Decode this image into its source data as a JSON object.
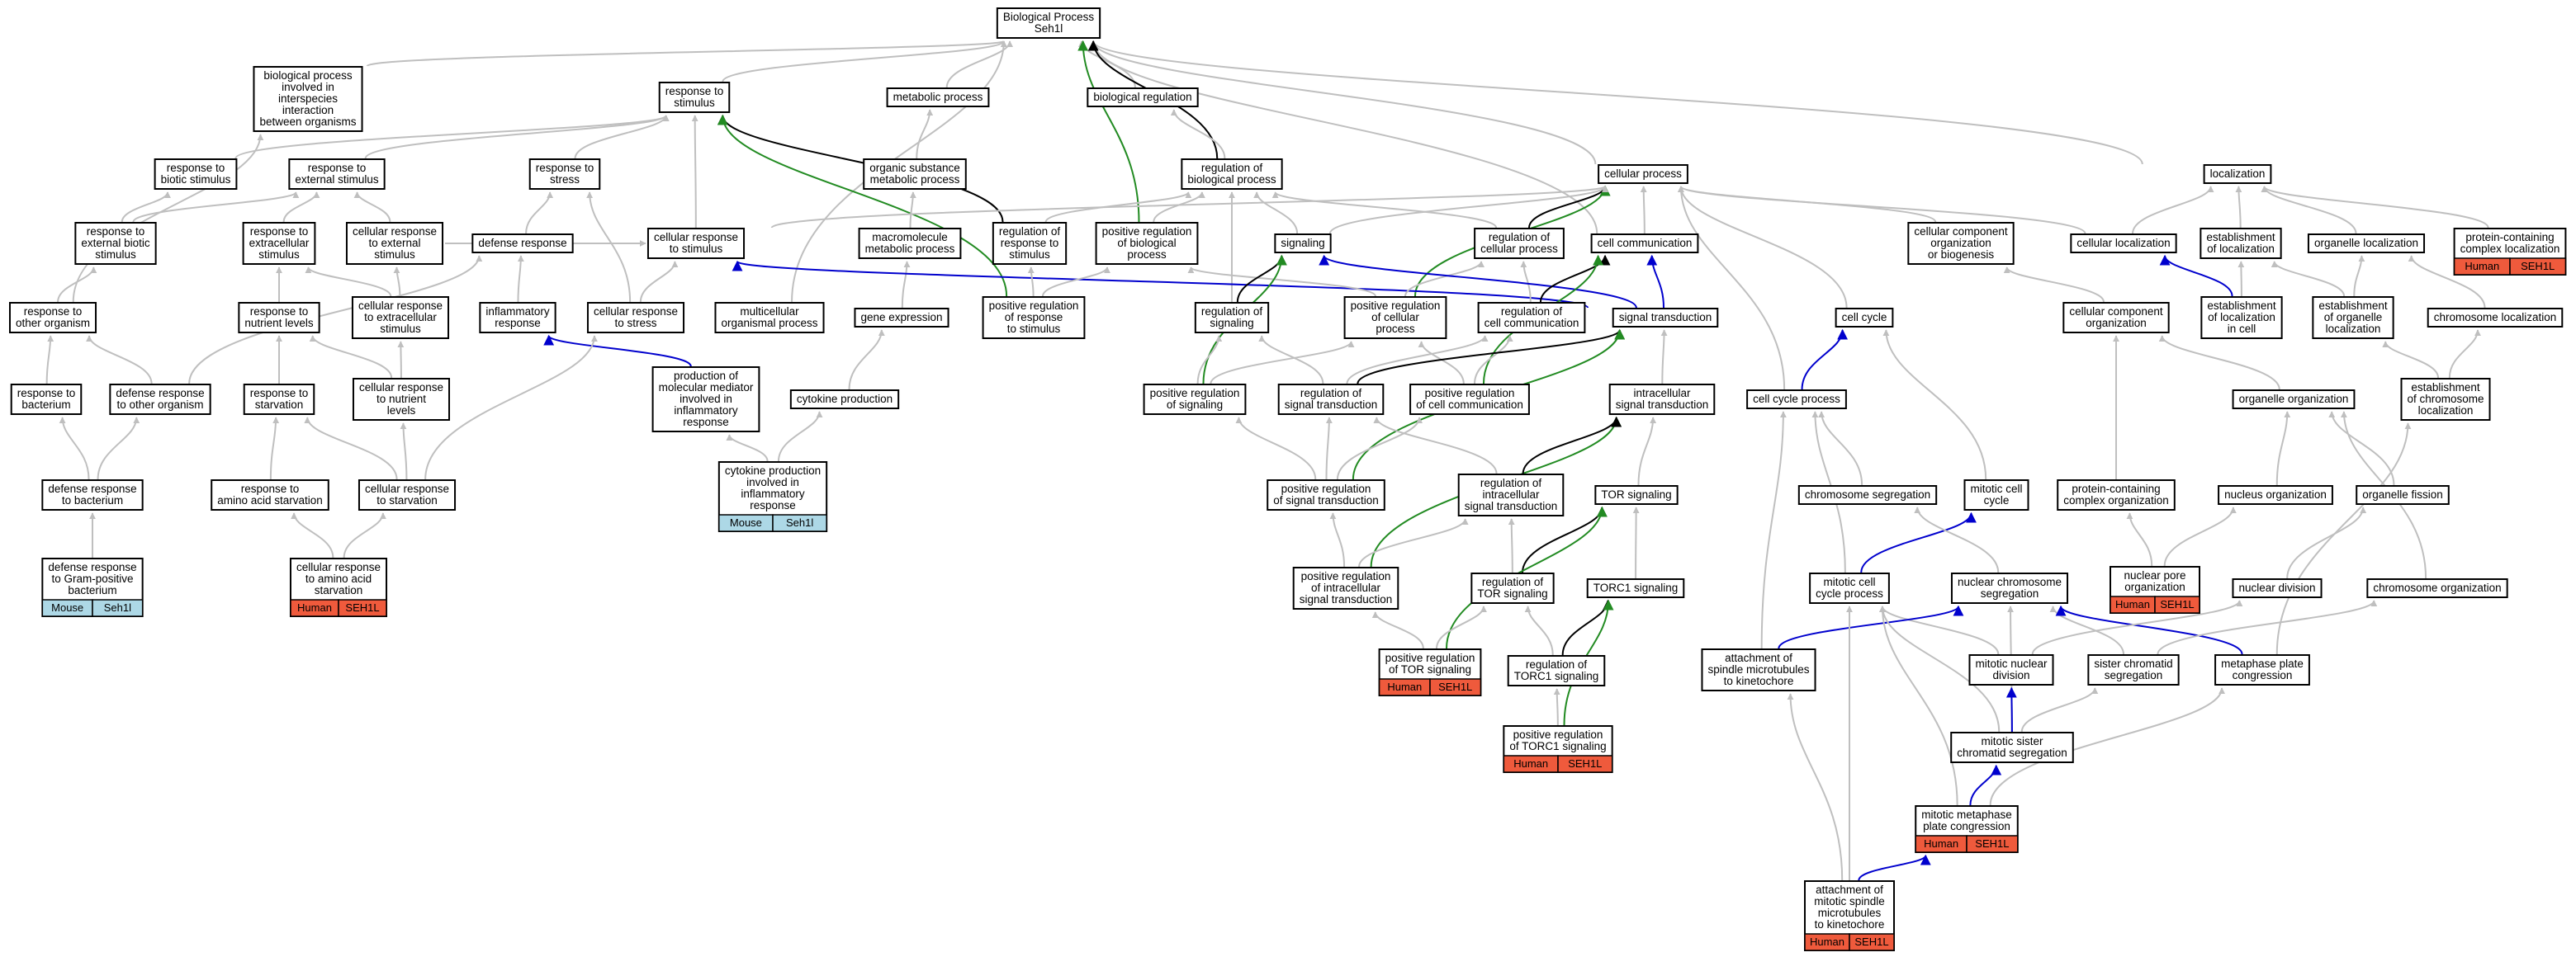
{
  "colors": {
    "gray_edge": "#bfbfbf",
    "black_edge": "#000000",
    "green_edge": "#228b22",
    "blue_edge": "#0000cd",
    "human_badge": "#ef5a3c",
    "mouse_badge": "#add8e6"
  },
  "nodes": [
    {
      "id": "bp",
      "lines": [
        "Biological Process",
        "Seh1l"
      ]
    },
    {
      "id": "interspecies",
      "lines": [
        "biological process",
        "involved in",
        "interspecies",
        "interaction",
        "between organisms"
      ]
    },
    {
      "id": "resp_stim",
      "lines": [
        "response to",
        "stimulus"
      ]
    },
    {
      "id": "metabolic",
      "lines": [
        "metabolic process"
      ]
    },
    {
      "id": "bioreg",
      "lines": [
        "biological regulation"
      ]
    },
    {
      "id": "organic",
      "lines": [
        "organic substance",
        "metabolic process"
      ]
    },
    {
      "id": "regbio",
      "lines": [
        "regulation of",
        "biological process"
      ]
    },
    {
      "id": "cellproc",
      "lines": [
        "cellular process"
      ]
    },
    {
      "id": "localization",
      "lines": [
        "localization"
      ]
    },
    {
      "id": "pcclocal",
      "lines": [
        "protein-containing",
        "complex localization"
      ],
      "badges": [
        "Human",
        "SEH1L"
      ]
    },
    {
      "id": "biotic",
      "lines": [
        "response to",
        "biotic stimulus"
      ]
    },
    {
      "id": "external",
      "lines": [
        "response to",
        "external stimulus"
      ]
    },
    {
      "id": "stress",
      "lines": [
        "response to",
        "stress"
      ]
    },
    {
      "id": "extbiotic",
      "lines": [
        "response to",
        "external biotic",
        "stimulus"
      ]
    },
    {
      "id": "extracell",
      "lines": [
        "response to",
        "extracellular",
        "stimulus"
      ]
    },
    {
      "id": "cellext",
      "lines": [
        "cellular response",
        "to external",
        "stimulus"
      ]
    },
    {
      "id": "defense",
      "lines": [
        "defense response"
      ]
    },
    {
      "id": "cellrespstim",
      "lines": [
        "cellular response",
        "to stimulus"
      ]
    },
    {
      "id": "macromol",
      "lines": [
        "macromolecule",
        "metabolic process"
      ]
    },
    {
      "id": "regresp",
      "lines": [
        "regulation of",
        "response to",
        "stimulus"
      ]
    },
    {
      "id": "posregbio",
      "lines": [
        "positive regulation",
        "of biological",
        "process"
      ]
    },
    {
      "id": "signaling",
      "lines": [
        "signaling"
      ]
    },
    {
      "id": "regcell",
      "lines": [
        "regulation of",
        "cellular process"
      ]
    },
    {
      "id": "cellcomm",
      "lines": [
        "cell communication"
      ]
    },
    {
      "id": "ccorg",
      "lines": [
        "cellular component",
        "organization",
        "or biogenesis"
      ]
    },
    {
      "id": "celllocal",
      "lines": [
        "cellular localization"
      ]
    },
    {
      "id": "estlocal",
      "lines": [
        "establishment",
        "of localization"
      ]
    },
    {
      "id": "orglocal",
      "lines": [
        "organelle localization"
      ]
    },
    {
      "id": "other",
      "lines": [
        "response to",
        "other organism"
      ]
    },
    {
      "id": "nutlev",
      "lines": [
        "response to",
        "nutrient levels"
      ]
    },
    {
      "id": "cellextra",
      "lines": [
        "cellular response",
        "to extracellular",
        "stimulus"
      ]
    },
    {
      "id": "inflam",
      "lines": [
        "inflammatory",
        "response"
      ]
    },
    {
      "id": "cellstress",
      "lines": [
        "cellular response",
        "to stress"
      ]
    },
    {
      "id": "multi",
      "lines": [
        "multicellular",
        "organismal process"
      ]
    },
    {
      "id": "gene",
      "lines": [
        "gene expression"
      ]
    },
    {
      "id": "posresp",
      "lines": [
        "positive regulation",
        "of response",
        "to stimulus"
      ]
    },
    {
      "id": "regsig",
      "lines": [
        "regulation of",
        "signaling"
      ]
    },
    {
      "id": "posregcell",
      "lines": [
        "positive regulation",
        "of cellular",
        "process"
      ]
    },
    {
      "id": "regcomm",
      "lines": [
        "regulation of",
        "cell communication"
      ]
    },
    {
      "id": "sigtrans",
      "lines": [
        "signal transduction"
      ]
    },
    {
      "id": "cellcycle",
      "lines": [
        "cell cycle"
      ]
    },
    {
      "id": "ccorg2",
      "lines": [
        "cellular component",
        "organization"
      ]
    },
    {
      "id": "estcell",
      "lines": [
        "establishment",
        "of localization",
        "in cell"
      ]
    },
    {
      "id": "estorg",
      "lines": [
        "establishment",
        "of organelle",
        "localization"
      ]
    },
    {
      "id": "chromloc",
      "lines": [
        "chromosome localization"
      ]
    },
    {
      "id": "bact",
      "lines": [
        "response to",
        "bacterium"
      ]
    },
    {
      "id": "defother",
      "lines": [
        "defense response",
        "to other organism"
      ]
    },
    {
      "id": "starv",
      "lines": [
        "response to",
        "starvation"
      ]
    },
    {
      "id": "cellnut",
      "lines": [
        "cellular response",
        "to nutrient",
        "levels"
      ]
    },
    {
      "id": "prodmed",
      "lines": [
        "production of",
        "molecular mediator",
        "involved in",
        "inflammatory",
        "response"
      ]
    },
    {
      "id": "cytokine",
      "lines": [
        "cytokine production"
      ]
    },
    {
      "id": "posregsig",
      "lines": [
        "positive regulation",
        "of signaling"
      ]
    },
    {
      "id": "regst",
      "lines": [
        "regulation of",
        "signal transduction"
      ]
    },
    {
      "id": "posregcomm",
      "lines": [
        "positive regulation",
        "of cell communication"
      ]
    },
    {
      "id": "intra",
      "lines": [
        "intracellular",
        "signal transduction"
      ]
    },
    {
      "id": "ccp",
      "lines": [
        "cell cycle process"
      ]
    },
    {
      "id": "estchrom",
      "lines": [
        "establishment",
        "of chromosome",
        "localization"
      ]
    },
    {
      "id": "orgorg",
      "lines": [
        "organelle organization"
      ]
    },
    {
      "id": "defbact",
      "lines": [
        "defense response",
        "to bacterium"
      ]
    },
    {
      "id": "defgram",
      "lines": [
        "defense response",
        "to Gram-positive",
        "bacterium"
      ],
      "badges": [
        "Mouse",
        "Seh1l"
      ]
    },
    {
      "id": "aastarv",
      "lines": [
        "response to",
        "amino acid starvation"
      ]
    },
    {
      "id": "cellstarv",
      "lines": [
        "cellular response",
        "to starvation"
      ]
    },
    {
      "id": "cellaa",
      "lines": [
        "cellular response",
        "to amino acid",
        "starvation"
      ],
      "badges": [
        "Human",
        "SEH1L"
      ]
    },
    {
      "id": "cytinflam",
      "lines": [
        "cytokine production",
        "involved in",
        "inflammatory",
        "response"
      ],
      "badges": [
        "Mouse",
        "Seh1l"
      ]
    },
    {
      "id": "posst",
      "lines": [
        "positive regulation",
        "of signal transduction"
      ]
    },
    {
      "id": "regintra",
      "lines": [
        "regulation of",
        "intracellular",
        "signal transduction"
      ]
    },
    {
      "id": "tor",
      "lines": [
        "TOR signaling"
      ]
    },
    {
      "id": "posintra",
      "lines": [
        "positive regulation",
        "of intracellular",
        "signal transduction"
      ]
    },
    {
      "id": "regtor",
      "lines": [
        "regulation of",
        "TOR signaling"
      ]
    },
    {
      "id": "torc1",
      "lines": [
        "TORC1 signaling"
      ]
    },
    {
      "id": "postor",
      "lines": [
        "positive regulation",
        "of TOR signaling"
      ],
      "badges": [
        "Human",
        "SEH1L"
      ]
    },
    {
      "id": "regtorc1",
      "lines": [
        "regulation of",
        "TORC1 signaling"
      ]
    },
    {
      "id": "postorc1",
      "lines": [
        "positive regulation",
        "of TORC1 signaling"
      ],
      "badges": [
        "Human",
        "SEH1L"
      ]
    },
    {
      "id": "chromseg",
      "lines": [
        "chromosome segregation"
      ]
    },
    {
      "id": "mitcc",
      "lines": [
        "mitotic cell",
        "cycle"
      ]
    },
    {
      "id": "pcorg",
      "lines": [
        "protein-containing",
        "complex organization"
      ]
    },
    {
      "id": "nucorg",
      "lines": [
        "nucleus organization"
      ]
    },
    {
      "id": "orgfis",
      "lines": [
        "organelle fission"
      ]
    },
    {
      "id": "mitccp",
      "lines": [
        "mitotic cell",
        "cycle process"
      ]
    },
    {
      "id": "nucchrom",
      "lines": [
        "nuclear chromosome",
        "segregation"
      ]
    },
    {
      "id": "nucpore",
      "lines": [
        "nuclear pore",
        "organization"
      ],
      "badges": [
        "Human",
        "SEH1L"
      ]
    },
    {
      "id": "nucdiv",
      "lines": [
        "nuclear division"
      ]
    },
    {
      "id": "chromorg",
      "lines": [
        "chromosome organization"
      ]
    },
    {
      "id": "attach",
      "lines": [
        "attachment of",
        "spindle microtubules",
        "to kinetochore"
      ]
    },
    {
      "id": "mitnuc",
      "lines": [
        "mitotic nuclear",
        "division"
      ]
    },
    {
      "id": "sister",
      "lines": [
        "sister chromatid",
        "segregation"
      ]
    },
    {
      "id": "metaplate",
      "lines": [
        "metaphase plate",
        "congression"
      ]
    },
    {
      "id": "mitsister",
      "lines": [
        "mitotic sister",
        "chromatid segregation"
      ]
    },
    {
      "id": "mitmeta",
      "lines": [
        "mitotic metaphase",
        "plate congression"
      ],
      "badges": [
        "Human",
        "SEH1L"
      ]
    },
    {
      "id": "attachmit",
      "lines": [
        "attachment of",
        "mitotic spindle",
        "microtubules",
        "to kinetochore"
      ],
      "badges": [
        "Human",
        "SEH1L"
      ]
    }
  ]
}
